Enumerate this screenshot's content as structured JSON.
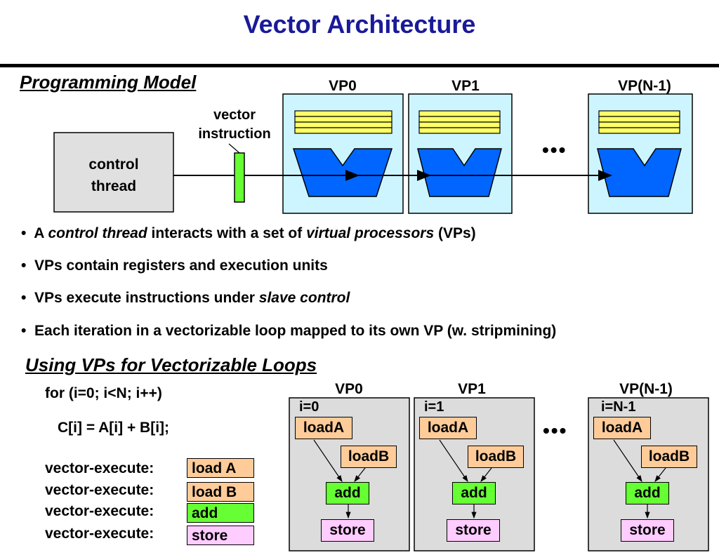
{
  "title": "Vector Architecture",
  "programming_model": {
    "heading": "Programming Model",
    "control_thread": [
      "control",
      "thread"
    ],
    "vector_instruction": [
      "vector",
      "instruction"
    ],
    "vps": [
      "VP0",
      "VP1",
      "VP(N-1)"
    ],
    "ellipsis": "•••"
  },
  "bullets": [
    [
      "A ",
      "control thread",
      " interacts with a set of ",
      "virtual processors",
      " (VPs)"
    ],
    [
      "VPs contain registers and execution units"
    ],
    [
      "VPs execute instructions under ",
      "slave control"
    ],
    [
      "Each iteration in a vectorizable loop mapped to its own VP (w. stripmining)"
    ]
  ],
  "bullet_marker": "•",
  "loops": {
    "heading": "Using VPs for Vectorizable Loops",
    "for_line": "for (i=0; i<N; i++)",
    "body_line": "C[i] = A[i] + B[i];",
    "vector_execute_label": "vector-execute:",
    "vector_ops": [
      {
        "label": "load A",
        "color": "#ffcc99"
      },
      {
        "label": "load B",
        "color": "#ffcc99"
      },
      {
        "label": "add",
        "color": "#66ff33"
      },
      {
        "label": "store",
        "color": "#ffccff"
      }
    ],
    "vps": [
      {
        "name": "VP0",
        "index": "i=0"
      },
      {
        "name": "VP1",
        "index": "i=1"
      },
      {
        "name": "VP(N-1)",
        "index": "i=N-1"
      }
    ],
    "ops": {
      "loadA": "loadA",
      "loadB": "loadB",
      "add": "add",
      "store": "store"
    },
    "ellipsis": "•••"
  },
  "colors": {
    "title": "#1a1a99",
    "vp_box": "#ccf5ff",
    "register": "#ffff66",
    "alu": "#0066ff",
    "control_box": "#e0e0e0",
    "vector_instr": "#66ff33",
    "loop_box": "#dcdcdc"
  }
}
